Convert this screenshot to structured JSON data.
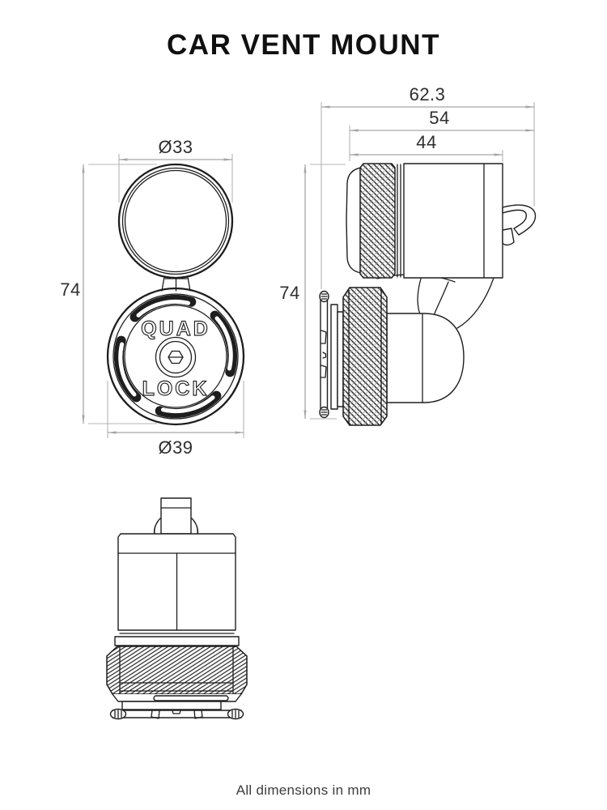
{
  "title": "CAR VENT MOUNT",
  "footer": "All dimensions in mm",
  "colors": {
    "line": "#1e1e1e",
    "dim": "#a6a6a6",
    "ext": "#b5b5b5",
    "dimtext": "#2e2e2e"
  },
  "front_view": {
    "dims": {
      "diameter_top": "Ø33",
      "height": "74",
      "diameter_head": "Ø39"
    },
    "logo": {
      "top": "QUAD",
      "bottom": "LOCK"
    }
  },
  "side_view": {
    "dims": {
      "overall_depth": "62.3",
      "mid_depth": "54",
      "body_depth": "44",
      "height": "74"
    }
  }
}
